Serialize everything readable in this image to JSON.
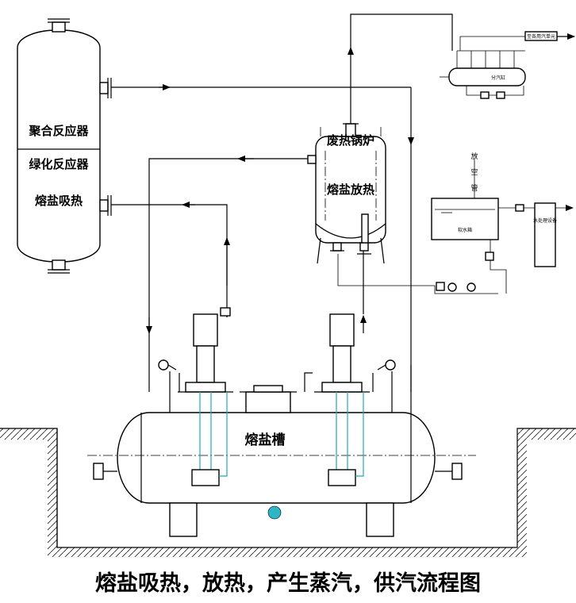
{
  "title": "熔盐吸热，放热，产生蒸汽，供汽流程图",
  "reactor": {
    "label_1": "聚合反应器",
    "label_2": "绿化反应器",
    "label_3": "熔盐吸热"
  },
  "boiler": {
    "label_1": "废热锅炉",
    "label_2": "熔盐放热"
  },
  "tank": {
    "label": "熔盐槽"
  },
  "water_tank": {
    "label": "软水箱"
  },
  "vent_pipe": {
    "label_1": "放",
    "label_2": "空",
    "label_3": "管"
  },
  "treatment": {
    "label": "水处理设备"
  },
  "header": {
    "label": "分汽缸",
    "outlet_label": "至各用汽单元"
  },
  "colors": {
    "line": "#000000",
    "accent": "#1fa7b8",
    "background": "#ffffff"
  }
}
